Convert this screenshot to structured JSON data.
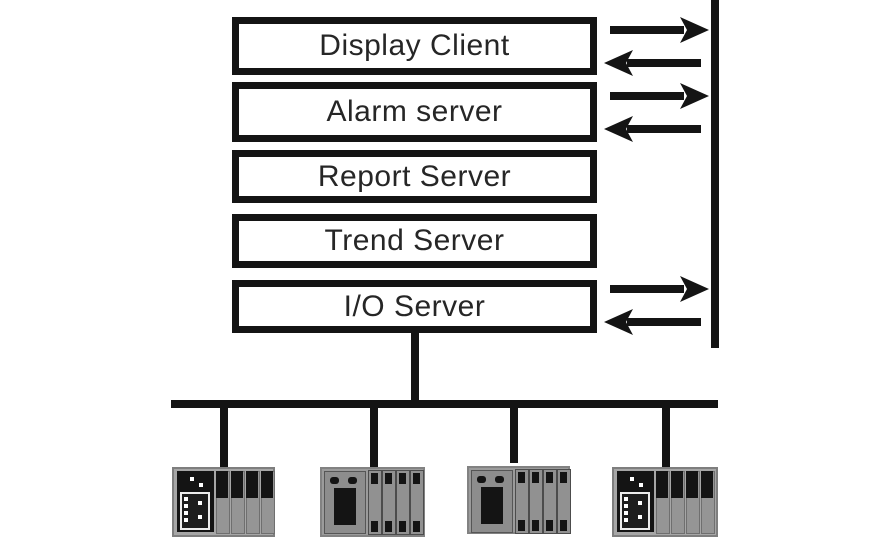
{
  "diagram": {
    "kind": "scada-architecture-diagram",
    "boxes": [
      {
        "id": "display-client",
        "label": "Display Client",
        "arrows": [
          "right",
          "left"
        ]
      },
      {
        "id": "alarm-server",
        "label": "Alarm server",
        "arrows": [
          "right",
          "left"
        ]
      },
      {
        "id": "report-server",
        "label": "Report Server",
        "arrows": []
      },
      {
        "id": "trend-server",
        "label": "Trend Server",
        "arrows": []
      },
      {
        "id": "io-server",
        "label": "I/O Server",
        "arrows": [
          "right",
          "left"
        ]
      }
    ],
    "icons": {
      "arrow_right": "arrow-right-icon",
      "arrow_left": "arrow-left-icon",
      "plc_rack": "plc-rack-icon"
    },
    "backbone": {
      "side": "right",
      "orientation": "vertical"
    },
    "fieldbus": {
      "connected_plc_racks": 4
    },
    "colors": {
      "line": "#141414",
      "box_border": "#141414",
      "text": "#262626",
      "rack_gray": "#9b9b9b",
      "rack_dark": "#141414",
      "background": "#ffffff"
    }
  }
}
